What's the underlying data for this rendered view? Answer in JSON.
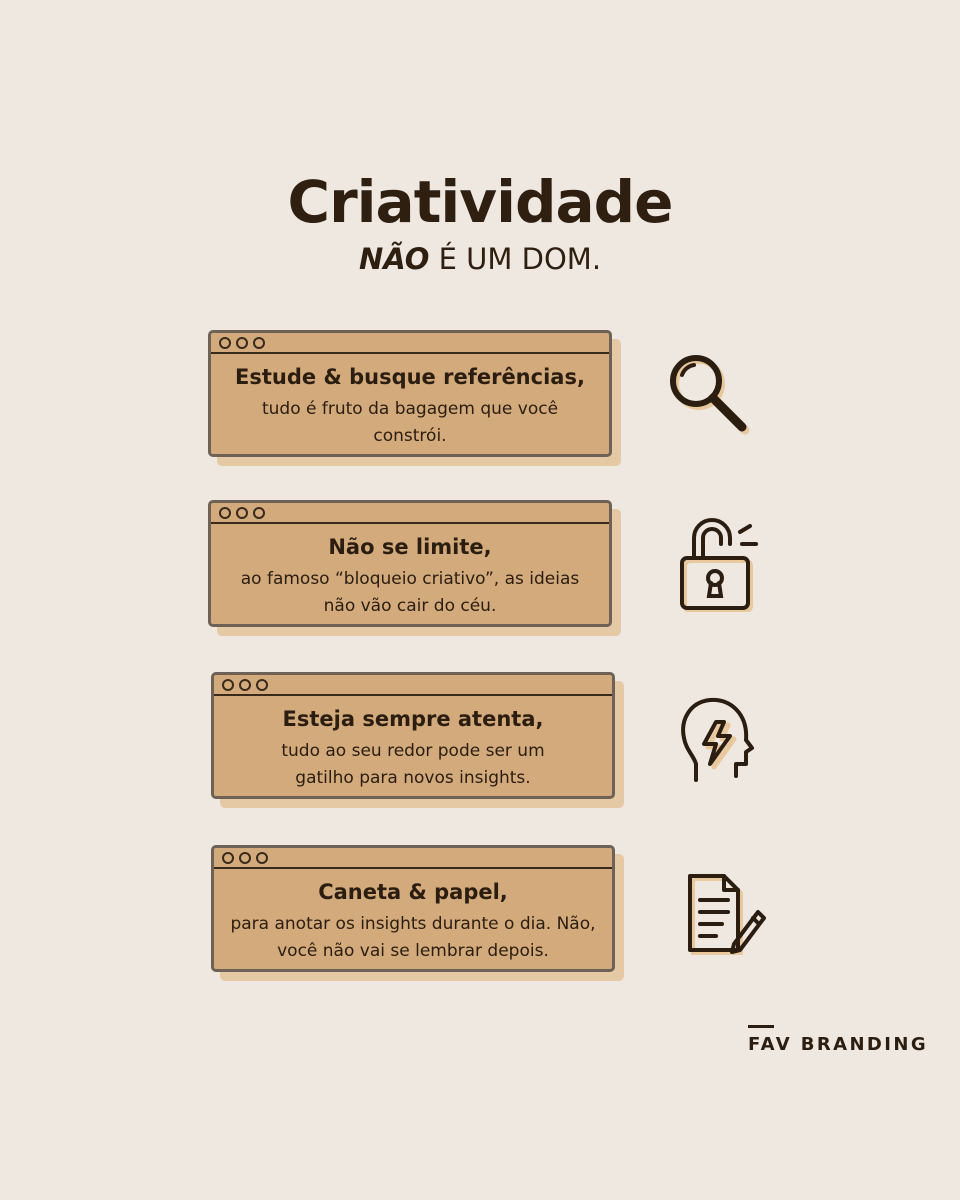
{
  "title": "Criatividade",
  "subtitle": {
    "emphasis": "NÃO",
    "rest": "É UM DOM."
  },
  "cards": [
    {
      "heading": "Estude & busque referências,",
      "body": "tudo é fruto da bagagem que você constrói.",
      "icon": "magnifier-icon"
    },
    {
      "heading": "Não se limite,",
      "body": "ao famoso “bloqueio criativo”, as ideias não vão cair do céu.",
      "icon": "open-padlock-icon"
    },
    {
      "heading": "Esteja sempre atenta,",
      "body": "tudo ao seu redor pode ser um gatilho para novos insights.",
      "icon": "head-lightning-icon"
    },
    {
      "heading": "Caneta & papel,",
      "body": "para anotar os insights durante o dia. Não, você não vai se lembrar depois.",
      "icon": "document-pen-icon"
    }
  ],
  "brand": "FAV BRANDING",
  "colors": {
    "background": "#efe8e1",
    "card": "#d2aa7b",
    "card_shadow": "#e4c9a4",
    "text": "#2b1d10",
    "icon_accent": "#e8c89c"
  }
}
